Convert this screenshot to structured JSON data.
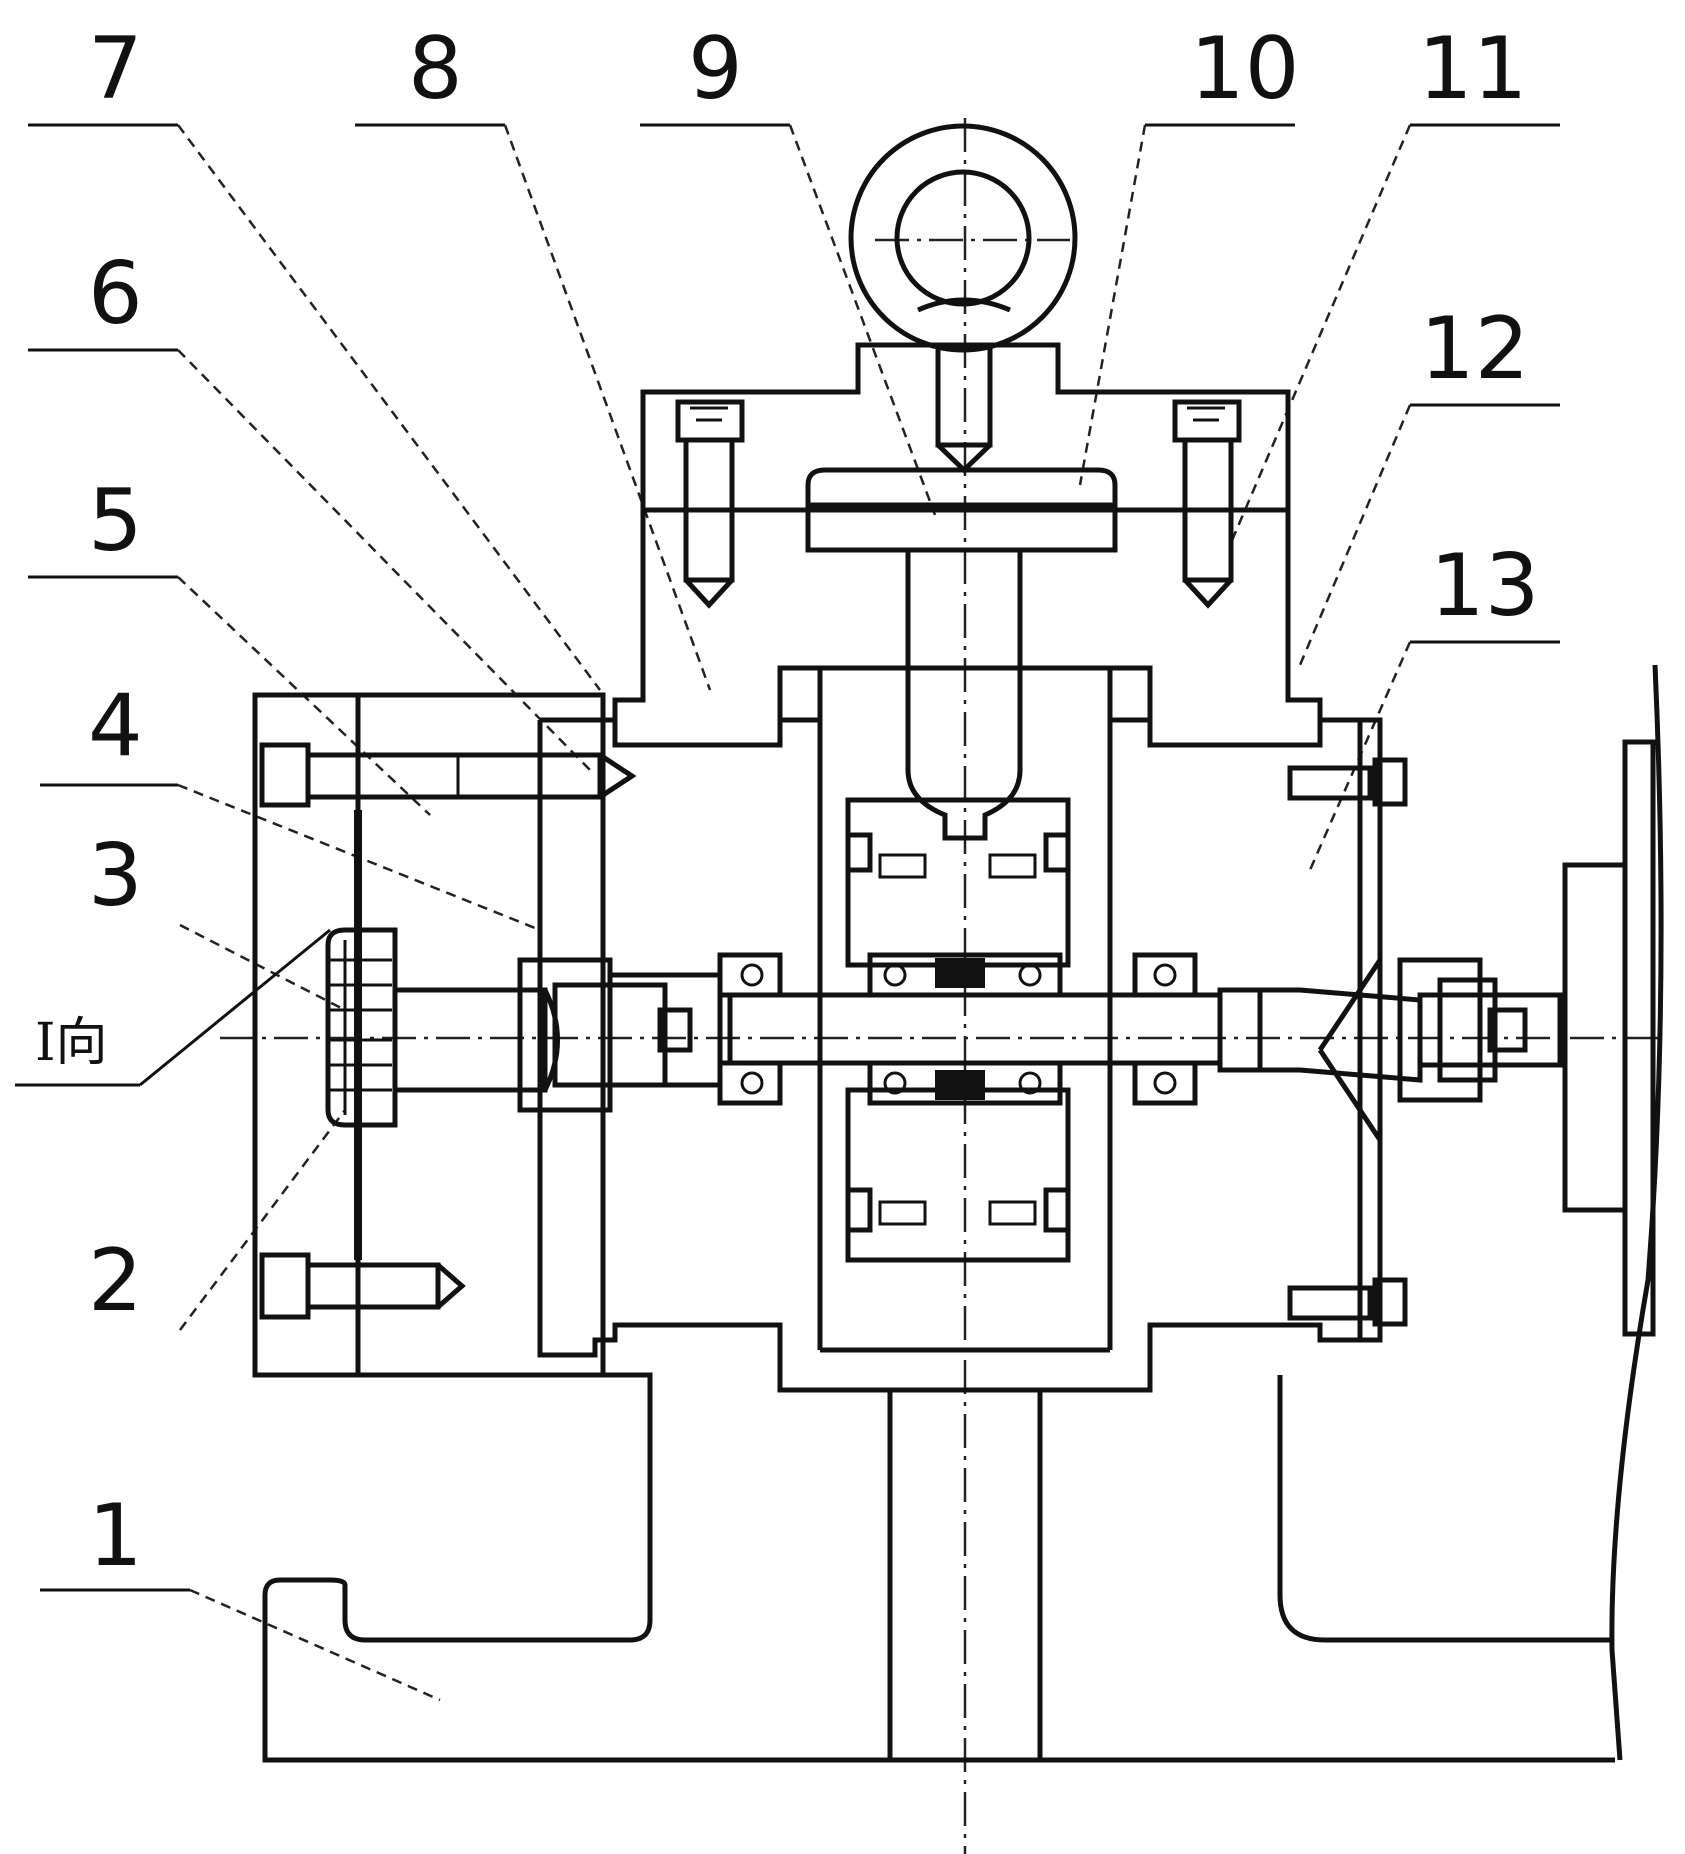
{
  "labels": [
    "1",
    "2",
    "3",
    "4",
    "5",
    "6",
    "7",
    "8",
    "9",
    "10",
    "11",
    "12",
    "13"
  ],
  "direction_label": "I向"
}
